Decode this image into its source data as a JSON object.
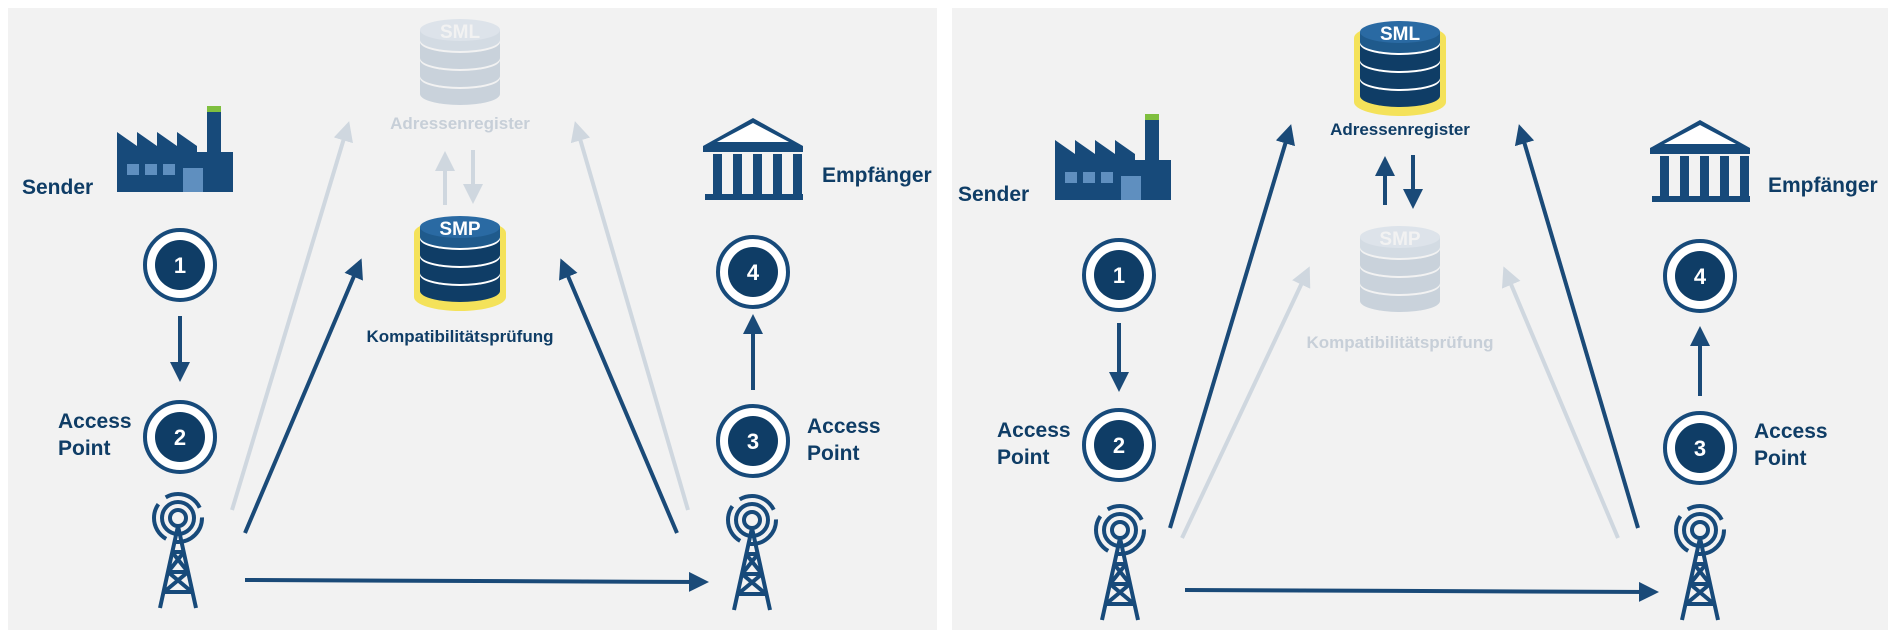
{
  "colors": {
    "navy": "#0f3d66",
    "blue": "#1f5a8c",
    "faded": "#c9d2db",
    "yellow": "#f4e25a",
    "panel": "#f2f2f2"
  },
  "left": {
    "sender": "Sender",
    "receiver": "Empfänger",
    "ap_left": "Access\nPoint",
    "ap_right": "Access\nPoint",
    "sml_badge": "SML",
    "sml_label": "Adressenregister",
    "smp_badge": "SMP",
    "smp_label": "Kompatibilitätsprüfung",
    "step1": "1",
    "step2": "2",
    "step3": "3",
    "step4": "4"
  },
  "right": {
    "sender": "Sender",
    "receiver": "Empfänger",
    "ap_left": "Access\nPoint",
    "ap_right": "Access\nPoint",
    "sml_badge": "SML",
    "sml_label": "Adressenregister",
    "smp_badge": "SMP",
    "smp_label": "Kompatibilitätsprüfung",
    "step1": "1",
    "step2": "2",
    "step3": "3",
    "step4": "4"
  }
}
